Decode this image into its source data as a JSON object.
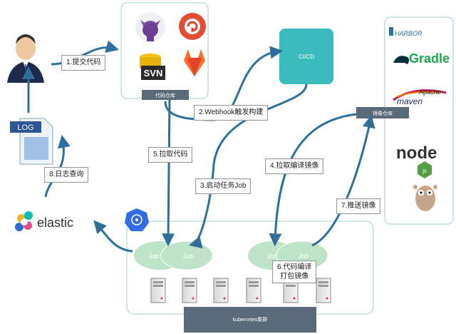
{
  "labels": {
    "step1": "1.提交代码",
    "step2": "2.Webhook触发构建",
    "step3": "3.启动任务Job",
    "step4": "4.拉取编译镜像",
    "step5": "5.拉取代码",
    "step6_line1": "6.代码编译",
    "step6_line2": "打包镜像",
    "step7": "7.推送镜像",
    "step8": "8.日志查询"
  },
  "nodes": {
    "code_repo": "代码仓库",
    "cicd": "CI/CD",
    "image_repo": "镜像仓库",
    "cluster": "kubernetes集群",
    "job": "Job",
    "log": "LOG",
    "elastic": "elastic",
    "svn": "SVN",
    "harbor": "HARBOR",
    "gradle": "Gradle",
    "apache": "Apache",
    "maven": "maven",
    "node": "node",
    "js": "js"
  },
  "colors": {
    "cicd": "#3bbcbc",
    "arrow": "#2e6f9c",
    "job": "#bfe3c7",
    "panel_header": "#5b6a78",
    "cluster": "#5a6a78",
    "border": "#9ed0d6"
  }
}
